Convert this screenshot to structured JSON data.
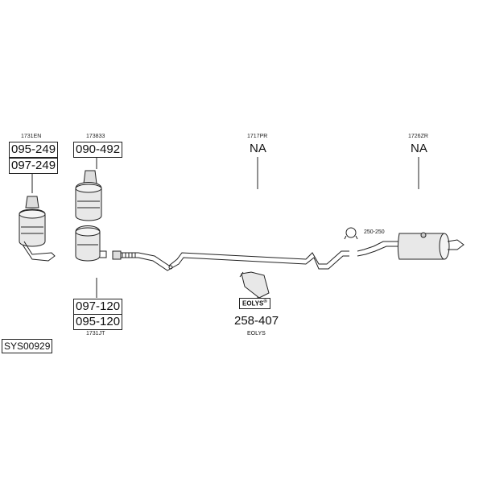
{
  "groups": {
    "cat_left": {
      "ref": "1731EN",
      "parts": [
        "095-249",
        "097-249"
      ]
    },
    "cat_mid": {
      "ref": "173833",
      "parts": [
        "090-492"
      ]
    },
    "pipe_mid": {
      "ref": "1717PR",
      "value": "NA"
    },
    "muffler": {
      "ref": "1726ZR",
      "value": "NA"
    },
    "fap": {
      "ref": "1731JT",
      "parts": [
        "097-120",
        "095-120"
      ]
    },
    "clamp": {
      "label": "250-250"
    },
    "eolys": {
      "badge": "EOLYS",
      "badge_reg": "®",
      "part": "258-407",
      "sub": "EOLYS"
    }
  },
  "system_code": "SYS00929"
}
